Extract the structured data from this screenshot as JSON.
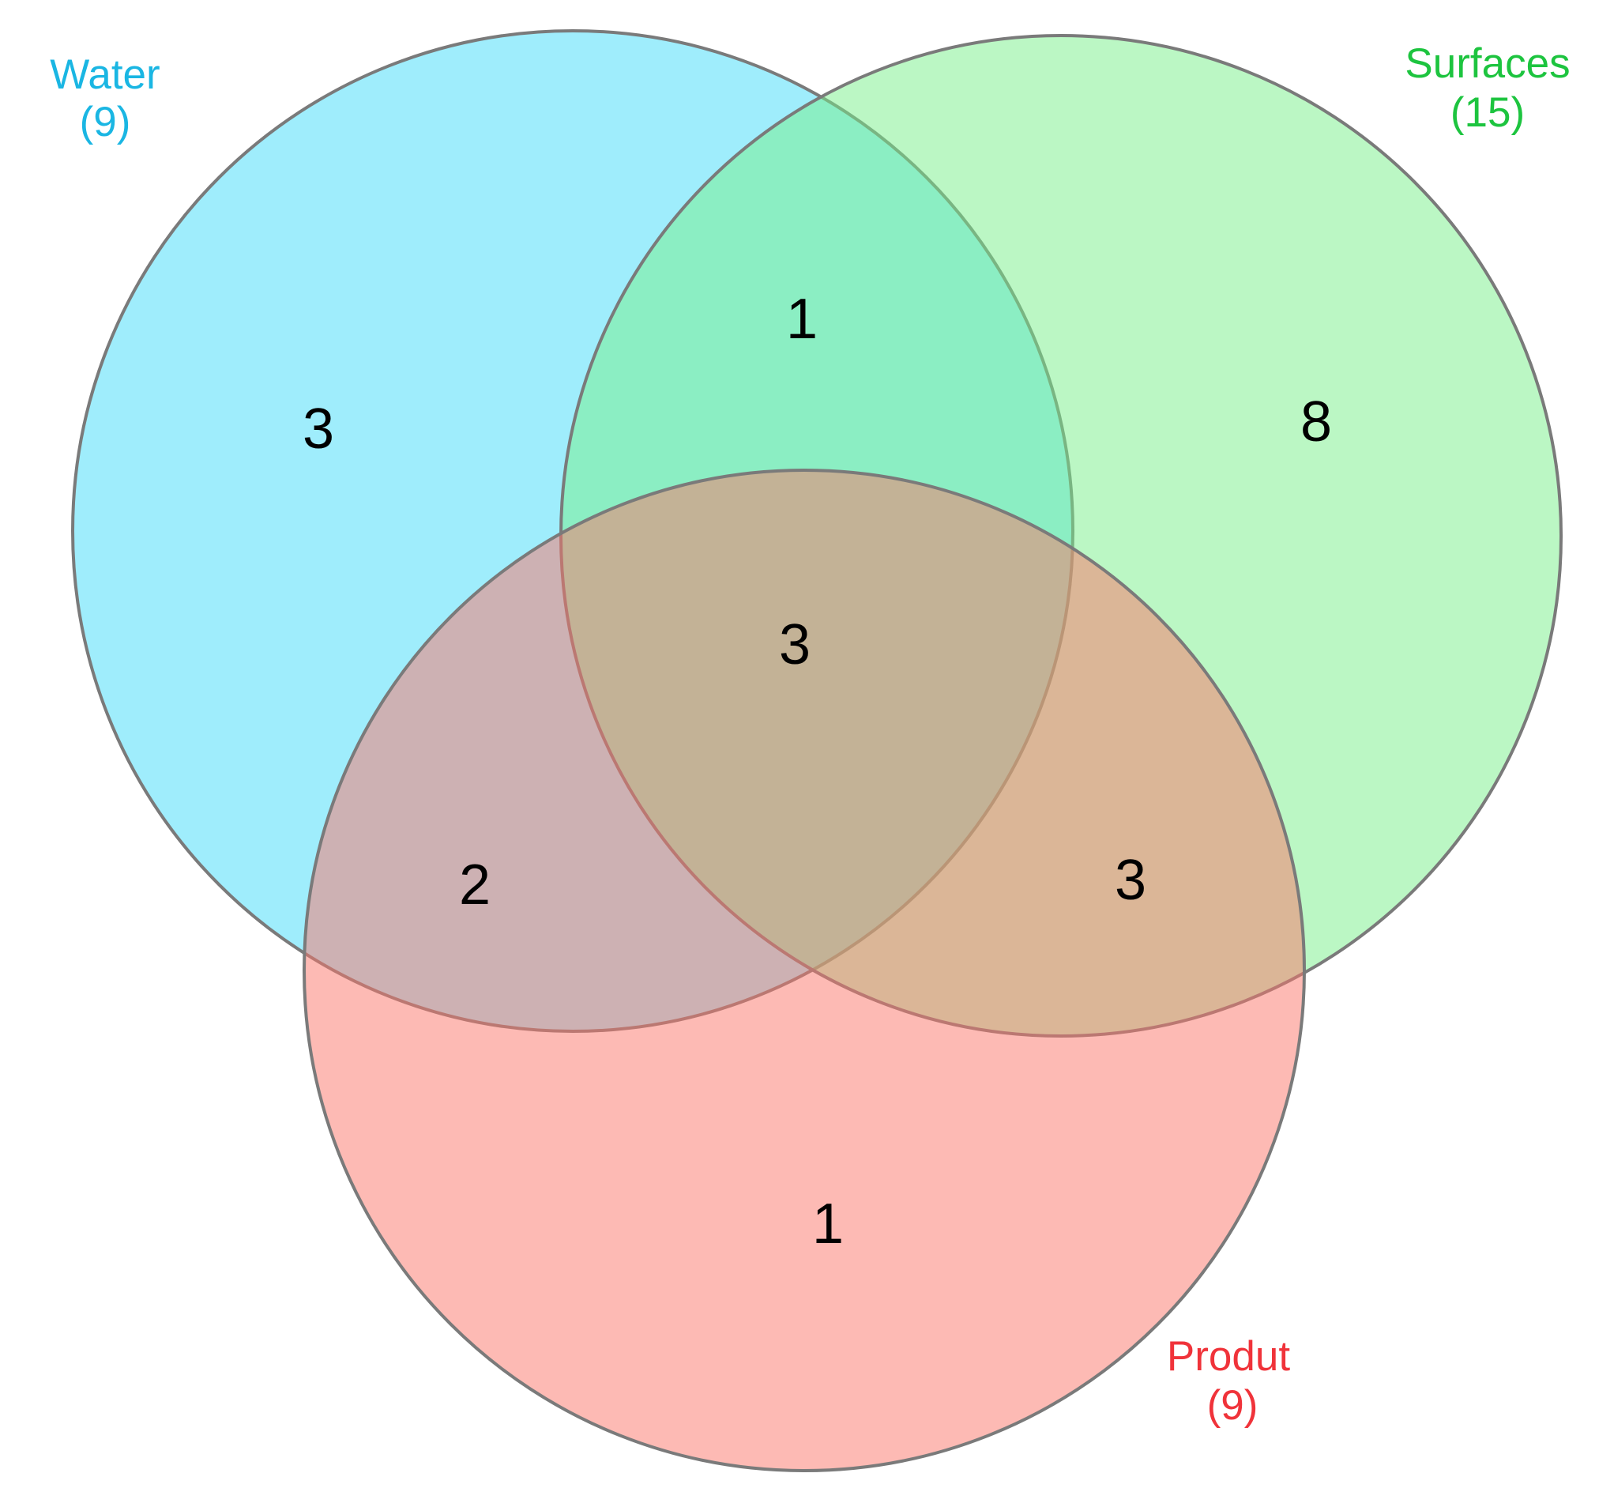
{
  "sets": [
    {
      "id": "water",
      "name": "Water",
      "total": "(9)",
      "color": "#3fdcfa",
      "label_color": "#1ab6e3"
    },
    {
      "id": "surfaces",
      "name": "Surfaces",
      "total": "(15)",
      "color": "#78f08a",
      "label_color": "#1dc43f"
    },
    {
      "id": "produt",
      "name": "Produt",
      "total": "(9)",
      "color": "#fb7569",
      "label_color": "#f0333a"
    }
  ],
  "regions": [
    {
      "id": "water_only",
      "count": "3"
    },
    {
      "id": "water_surfaces",
      "count": "1"
    },
    {
      "id": "surfaces_only",
      "count": "8"
    },
    {
      "id": "all_three",
      "count": "3"
    },
    {
      "id": "water_produt",
      "count": "2"
    },
    {
      "id": "surfaces_produt",
      "count": "3"
    },
    {
      "id": "produt_only",
      "count": "1"
    }
  ]
}
